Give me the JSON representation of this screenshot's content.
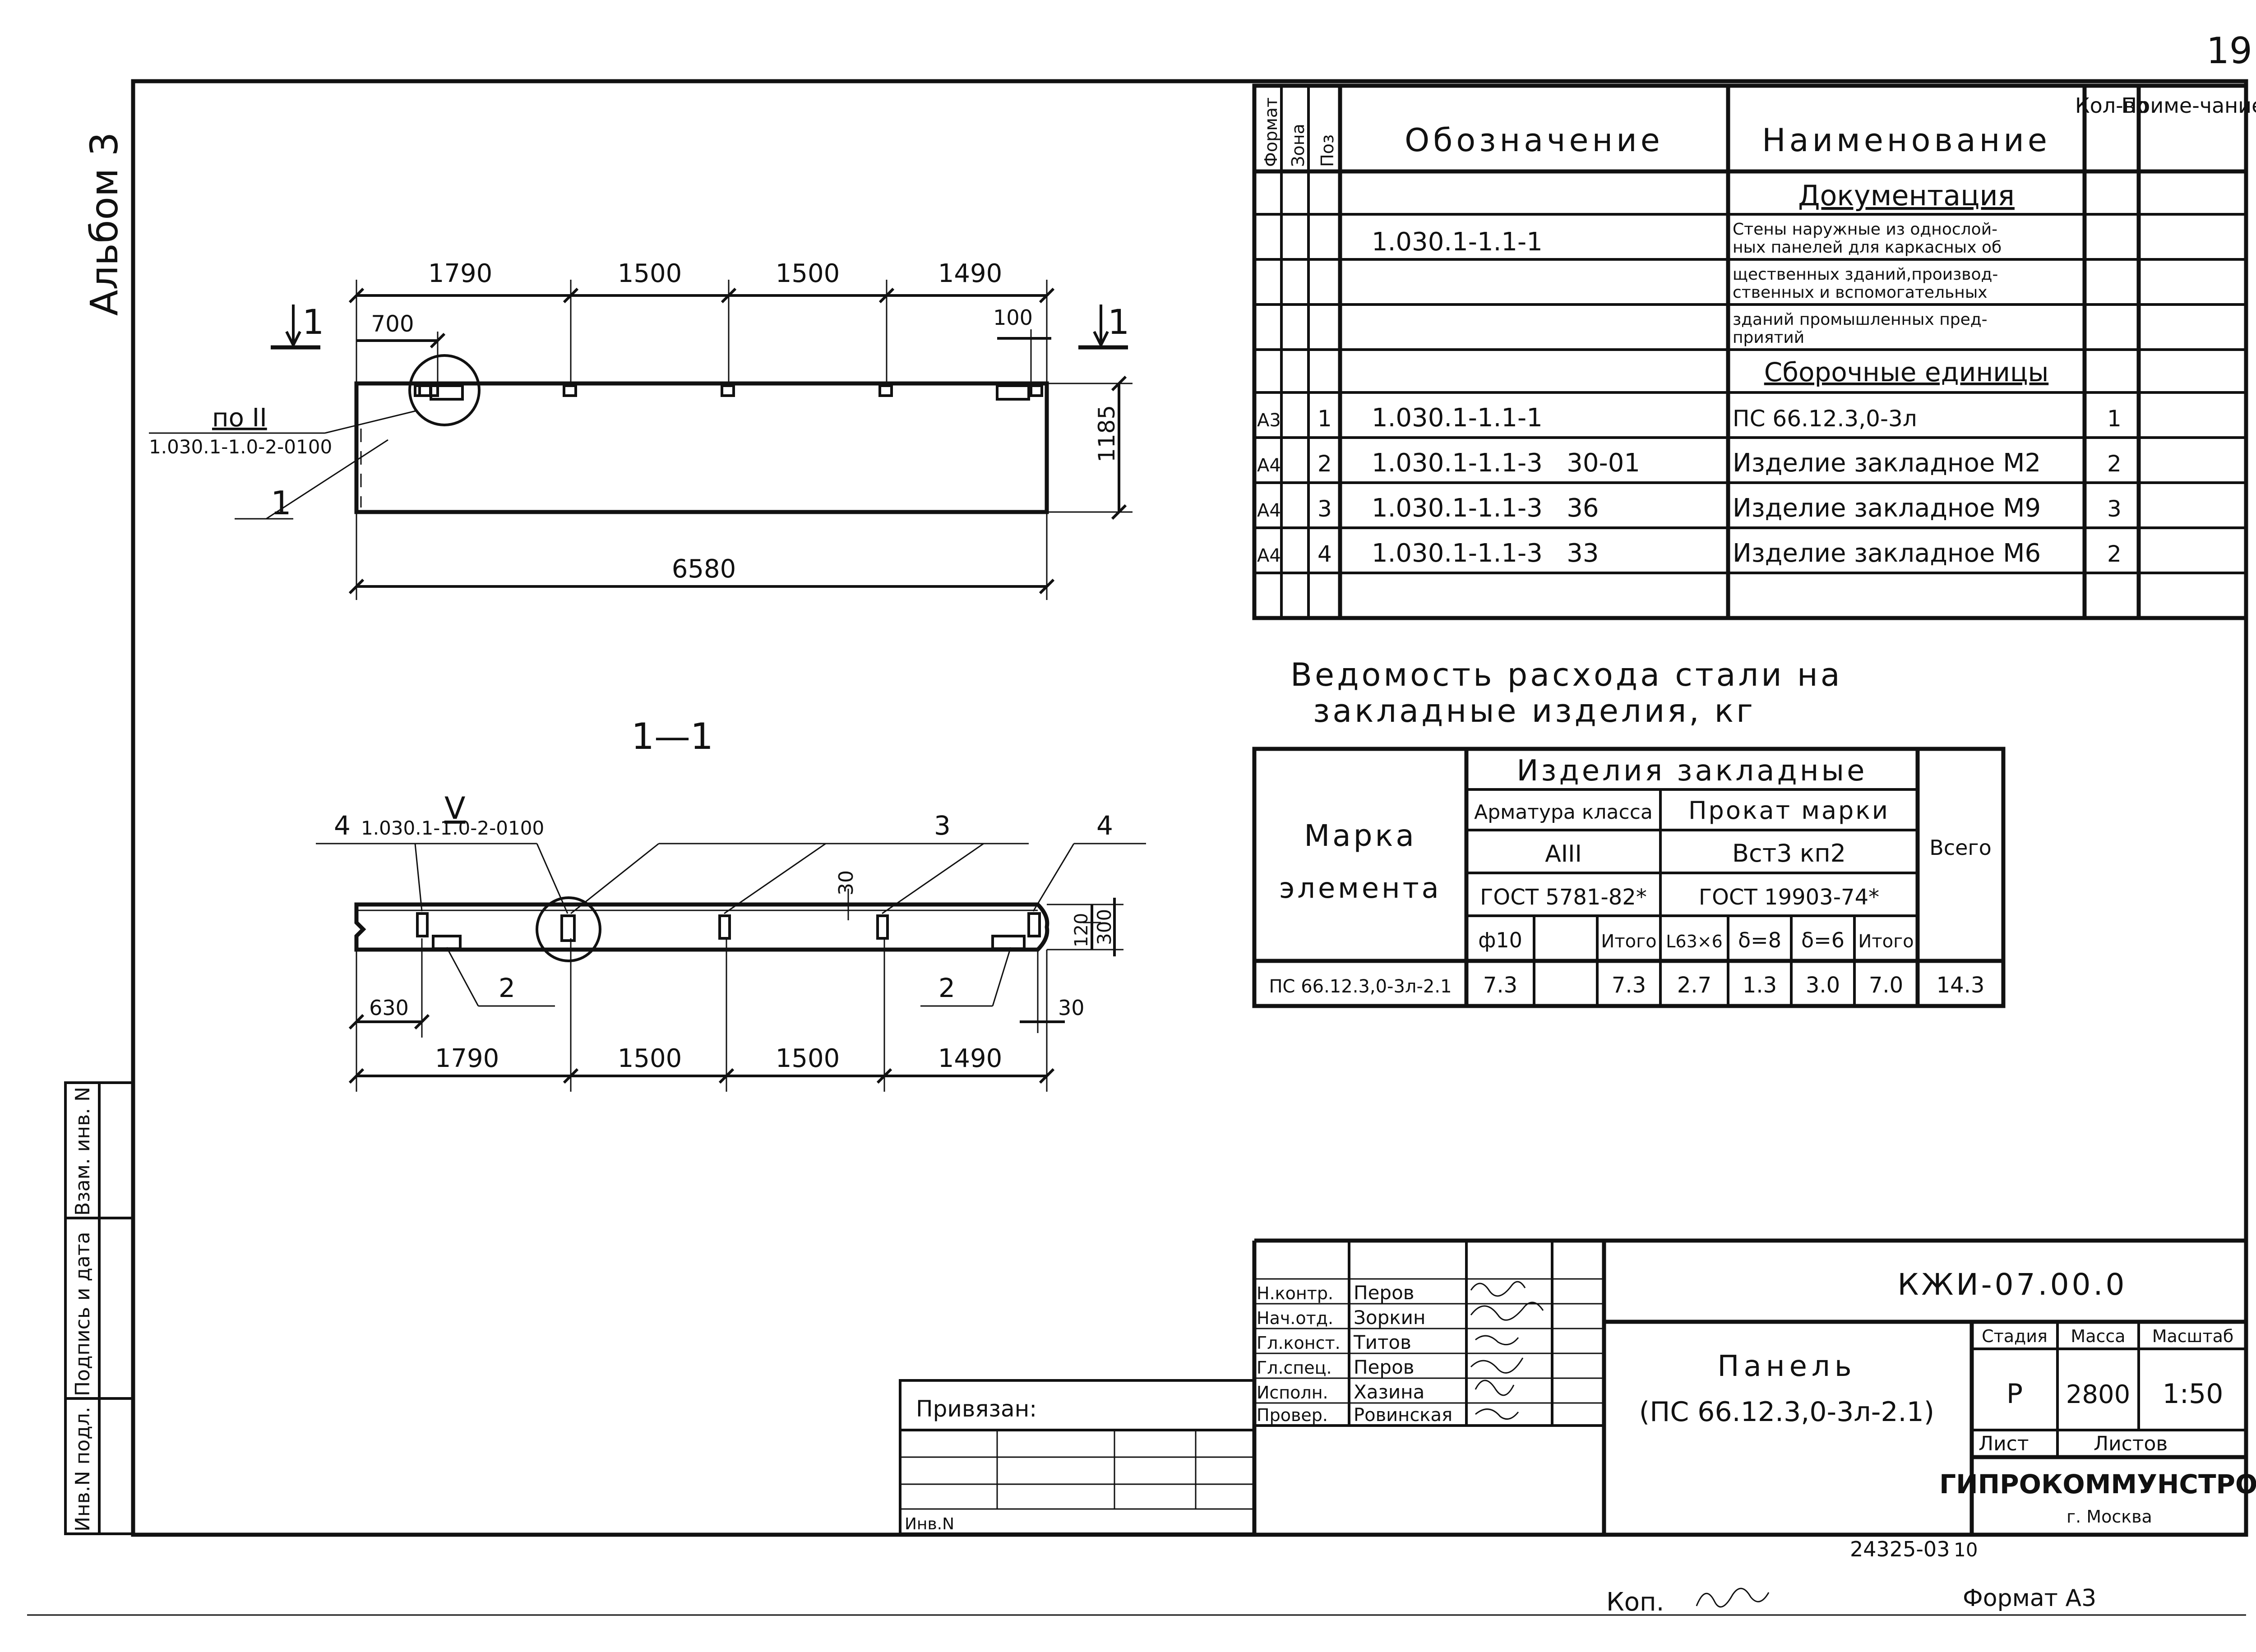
{
  "album": "Альбом 3",
  "sheet_corner": "19",
  "spec": {
    "headers": {
      "format": "Формат",
      "zone": "Зона",
      "pos": "Поз",
      "designation": "Обозначение",
      "name": "Наименование",
      "qty": "Кол-во",
      "note": "Приме-чание"
    },
    "section_docs": "Документация",
    "doc_designation": "1.030.1-1.1-1",
    "doc_name_lines": [
      "Стены наружные из однослой-",
      "ных панелей для каркасных об",
      "щественных зданий,производ-",
      "ственных и вспомогательных",
      "зданий промышленных пред-",
      "приятий"
    ],
    "section_assemblies": "Сборочные единицы",
    "rows": [
      {
        "format": "А3",
        "pos": "1",
        "designation": "1.030.1-1.1-1",
        "name": "ПС 66.12.3,0-3л",
        "qty": "1"
      },
      {
        "format": "А4",
        "pos": "2",
        "designation": "1.030.1-1.1-3   30-01",
        "name": "Изделие закладное М2",
        "qty": "2"
      },
      {
        "format": "А4",
        "pos": "3",
        "designation": "1.030.1-1.1-3   36",
        "name": "Изделие закладное М9",
        "qty": "3"
      },
      {
        "format": "А4",
        "pos": "4",
        "designation": "1.030.1-1.1-3   33",
        "name": "Изделие закладное М6",
        "qty": "2"
      }
    ]
  },
  "steel": {
    "title_line1": "Ведомость расхода стали на",
    "title_line2": "закладные изделия, кг",
    "h_mark": [
      "Марка",
      "элемента"
    ],
    "h_items": "Изделия закладные",
    "h_rebar": "Арматура класса",
    "h_rebar_class": "АIII",
    "h_rebar_gost": "ГОСТ 5781-82*",
    "h_rolled": "Прокат марки",
    "h_rolled_grade": "Вст3 кп2",
    "h_rolled_gost": "ГОСТ 19903-74*",
    "h_total": "Всего",
    "sub": [
      "ф10",
      "",
      "Итого",
      "L63×6",
      "δ=8",
      "δ=6",
      "Итого"
    ],
    "row": {
      "mark": "ПС 66.12.3,0-3л-2.1",
      "vals": [
        "7.3",
        "",
        "7.3",
        "2.7",
        "1.3",
        "3.0",
        "7.0"
      ],
      "total": "14.3"
    }
  },
  "plan": {
    "dims_top": [
      "1790",
      "1500",
      "1500",
      "1490"
    ],
    "dim_700": "700",
    "dim_100": "100",
    "dim_height": "1185",
    "dim_length": "6580",
    "section_mark": "1",
    "ref_label": "по II",
    "ref_doc": "1.030.1-1.0-2-0100",
    "pos_label": "1"
  },
  "section": {
    "title": "1—1",
    "ref_label": "V",
    "ref_doc": "1.030.1-1.0-2-0100",
    "pos4": "4",
    "pos3": "3",
    "pos2": "2",
    "dim_30": "30",
    "dim_120": "120",
    "dim_300": "300",
    "dim_630": "630",
    "dims_bottom": [
      "1790",
      "1500",
      "1500",
      "1490"
    ]
  },
  "title_block": {
    "code": "КЖИ-07.00.0",
    "roles": [
      "Н.контр.",
      "Нач.отд.",
      "Гл.конст.",
      "Гл.спец.",
      "Исполн.",
      "Провер."
    ],
    "names": [
      "Перов",
      "Зоркин",
      "Титов",
      "Перов",
      "Хазина",
      "Ровинская"
    ],
    "name_line1": "Панель",
    "name_line2": "(ПС 66.12.3,0-3л-2.1)",
    "h_stage": "Стадия",
    "h_mass": "Масса",
    "h_scale": "Масштаб",
    "stage": "Р",
    "mass": "2800",
    "scale": "1:50",
    "h_sheet": "Лист",
    "h_sheets": "Листов",
    "org": "ГИПРОКОММУНСТРОЙ",
    "city": "г. Москва",
    "bound": "Привязан:",
    "inv": "Инв.N"
  },
  "side_stamp": [
    "Инв.N подл.",
    "Подпись и дата",
    "Взам. инв. N"
  ],
  "footer": {
    "archive": "24325-03",
    "sheet": "10",
    "copy": "Коп.",
    "format": "Формат А3"
  }
}
